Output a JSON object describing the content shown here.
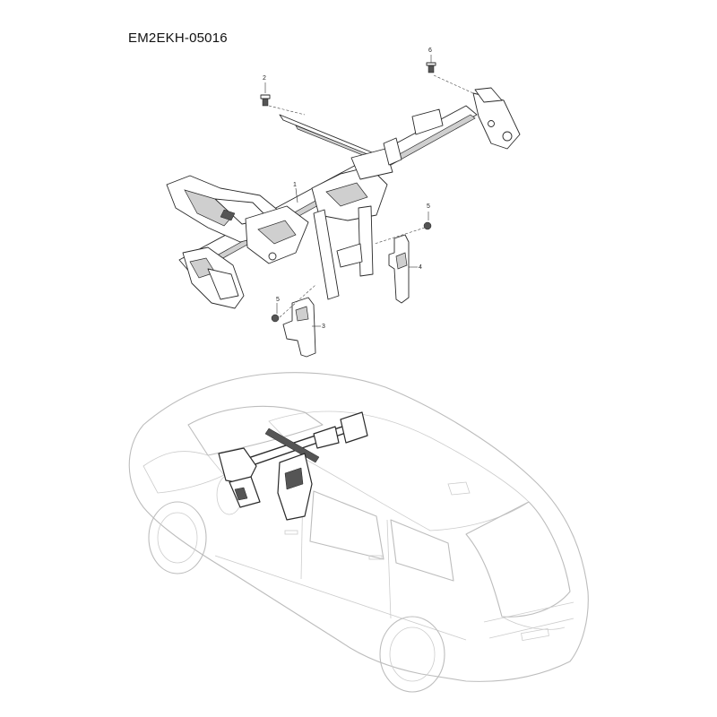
{
  "diagram_code": "EM2EKH-05016",
  "callouts": [
    {
      "id": "callout-1",
      "label": "1"
    },
    {
      "id": "callout-2",
      "label": "2"
    },
    {
      "id": "callout-3",
      "label": "3"
    },
    {
      "id": "callout-4",
      "label": "4"
    },
    {
      "id": "callout-5a",
      "label": "5"
    },
    {
      "id": "callout-5b",
      "label": "5"
    },
    {
      "id": "callout-6",
      "label": "6"
    }
  ],
  "colors": {
    "line": "#2a2a2a",
    "car_outline": "#bdbdbd",
    "background": "#ffffff"
  }
}
